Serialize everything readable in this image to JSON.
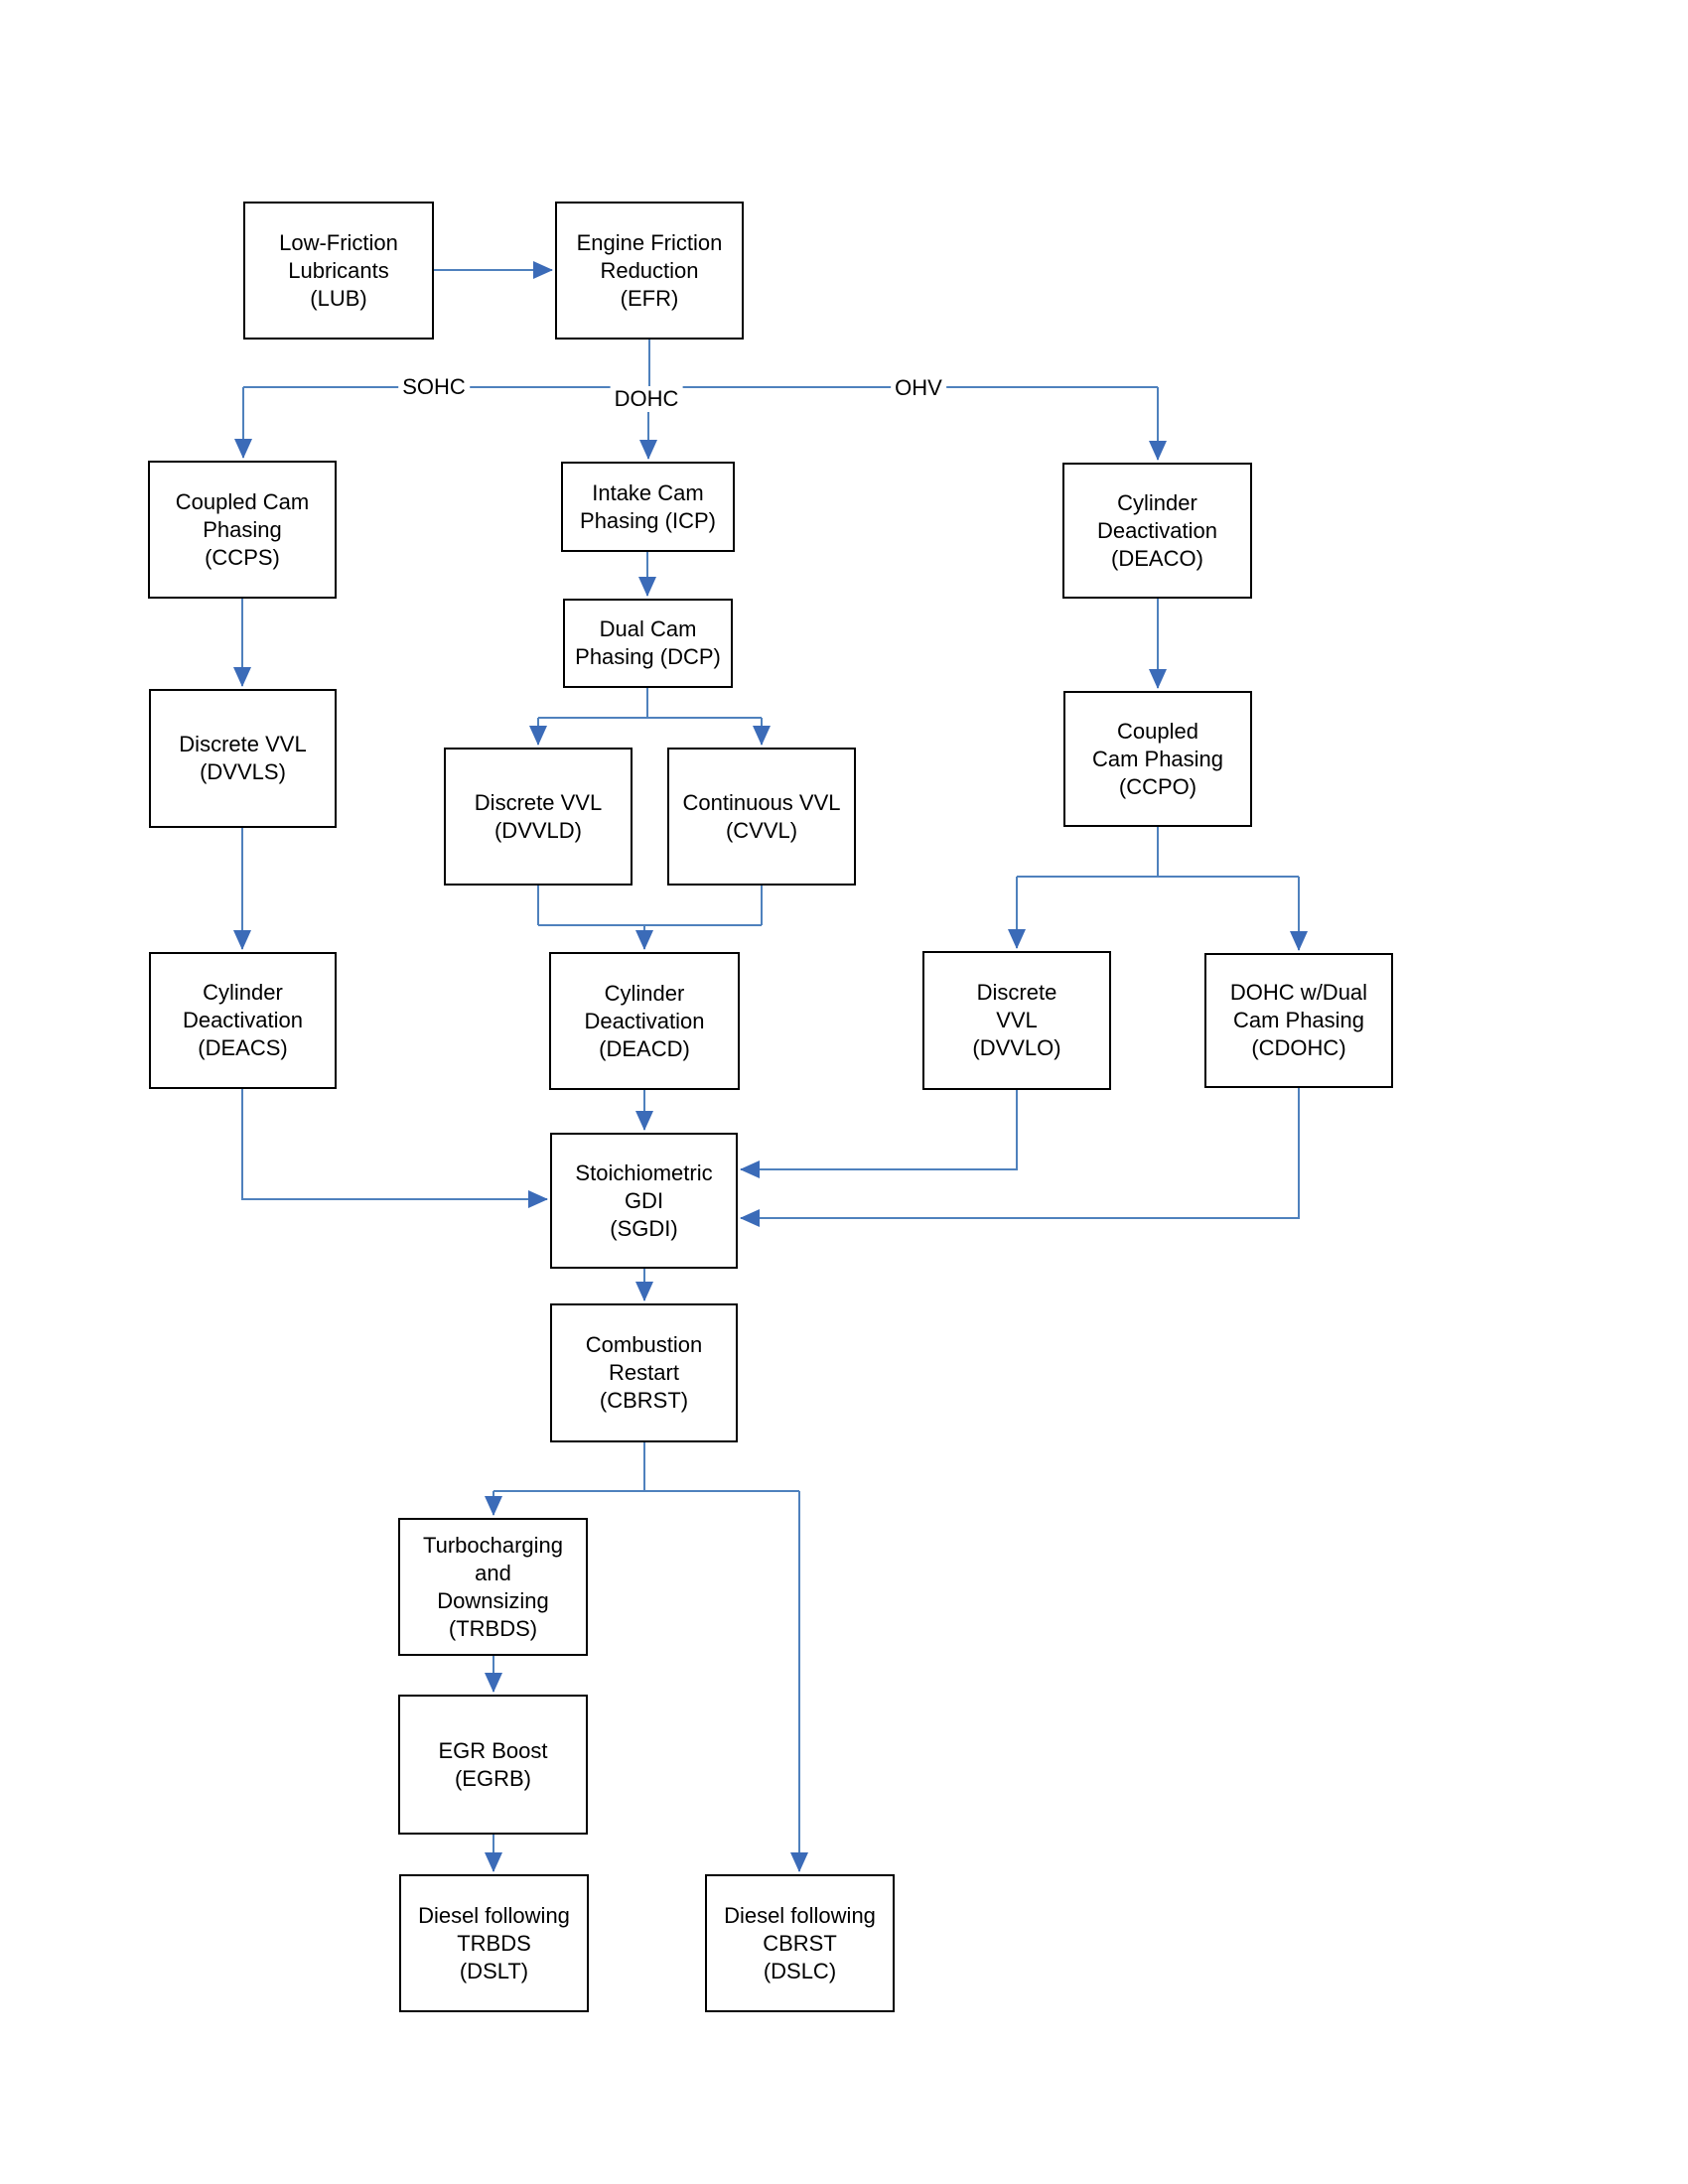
{
  "colors": {
    "line-color": "#4F81BD",
    "arrow-color": "#3B6BB8",
    "box-border": "#000000",
    "text-color": "#000000",
    "page-bg": "#FFFFFF"
  },
  "branch_labels": {
    "sohc": "SOHC",
    "dohc": "DOHC",
    "ohv": "OHV"
  },
  "nodes": {
    "lub": {
      "label": "Low-Friction\nLubricants\n(LUB)"
    },
    "efr": {
      "label": "Engine Friction\nReduction\n(EFR)"
    },
    "ccps": {
      "label": "Coupled Cam\nPhasing\n(CCPS)"
    },
    "icp": {
      "label": "Intake Cam\nPhasing (ICP)"
    },
    "dcp": {
      "label": "Dual Cam\nPhasing (DCP)"
    },
    "dvvls": {
      "label": "Discrete VVL\n(DVVLS)"
    },
    "dvvld": {
      "label": "Discrete VVL\n(DVVLD)"
    },
    "cvvl": {
      "label": "Continuous VVL\n(CVVL)"
    },
    "deaco": {
      "label": "Cylinder\nDeactivation\n(DEACO)"
    },
    "ccpo": {
      "label": "Coupled\nCam Phasing\n(CCPO)"
    },
    "deacs": {
      "label": "Cylinder\nDeactivation\n(DEACS)"
    },
    "deacd": {
      "label": "Cylinder\nDeactivation\n(DEACD)"
    },
    "dvvlo": {
      "label": "Discrete\nVVL\n(DVVLO)"
    },
    "cdohc": {
      "label": "DOHC w/Dual\nCam Phasing\n(CDOHC)"
    },
    "sgdi": {
      "label": "Stoichiometric\nGDI\n(SGDI)"
    },
    "cbrst": {
      "label": "Combustion\nRestart\n(CBRST)"
    },
    "trbds": {
      "label": "Turbocharging\nand\nDownsizing\n(TRBDS)"
    },
    "egrb": {
      "label": "EGR Boost\n(EGRB)"
    },
    "dslt": {
      "label": "Diesel following\nTRBDS\n(DSLT)"
    },
    "dslc": {
      "label": "Diesel following\nCBRST\n(DSLC)"
    }
  },
  "edges": [
    {
      "from": "lub",
      "to": "efr",
      "label": ""
    },
    {
      "from": "efr",
      "to": "ccps",
      "label": "SOHC"
    },
    {
      "from": "efr",
      "to": "icp",
      "label": "DOHC"
    },
    {
      "from": "efr",
      "to": "deaco",
      "label": "OHV"
    },
    {
      "from": "ccps",
      "to": "dvvls",
      "label": ""
    },
    {
      "from": "dvvls",
      "to": "deacs",
      "label": ""
    },
    {
      "from": "deacs",
      "to": "sgdi",
      "label": ""
    },
    {
      "from": "icp",
      "to": "dcp",
      "label": ""
    },
    {
      "from": "dcp",
      "to": "dvvld",
      "label": ""
    },
    {
      "from": "dcp",
      "to": "cvvl",
      "label": ""
    },
    {
      "from": "dvvld",
      "to": "deacd",
      "label": ""
    },
    {
      "from": "cvvl",
      "to": "deacd",
      "label": ""
    },
    {
      "from": "deacd",
      "to": "sgdi",
      "label": ""
    },
    {
      "from": "deaco",
      "to": "ccpo",
      "label": ""
    },
    {
      "from": "ccpo",
      "to": "dvvlo",
      "label": ""
    },
    {
      "from": "ccpo",
      "to": "cdohc",
      "label": ""
    },
    {
      "from": "dvvlo",
      "to": "sgdi",
      "label": ""
    },
    {
      "from": "cdohc",
      "to": "sgdi",
      "label": ""
    },
    {
      "from": "sgdi",
      "to": "cbrst",
      "label": ""
    },
    {
      "from": "cbrst",
      "to": "trbds",
      "label": ""
    },
    {
      "from": "cbrst",
      "to": "dslc",
      "label": ""
    },
    {
      "from": "trbds",
      "to": "egrb",
      "label": ""
    },
    {
      "from": "egrb",
      "to": "dslt",
      "label": ""
    }
  ]
}
